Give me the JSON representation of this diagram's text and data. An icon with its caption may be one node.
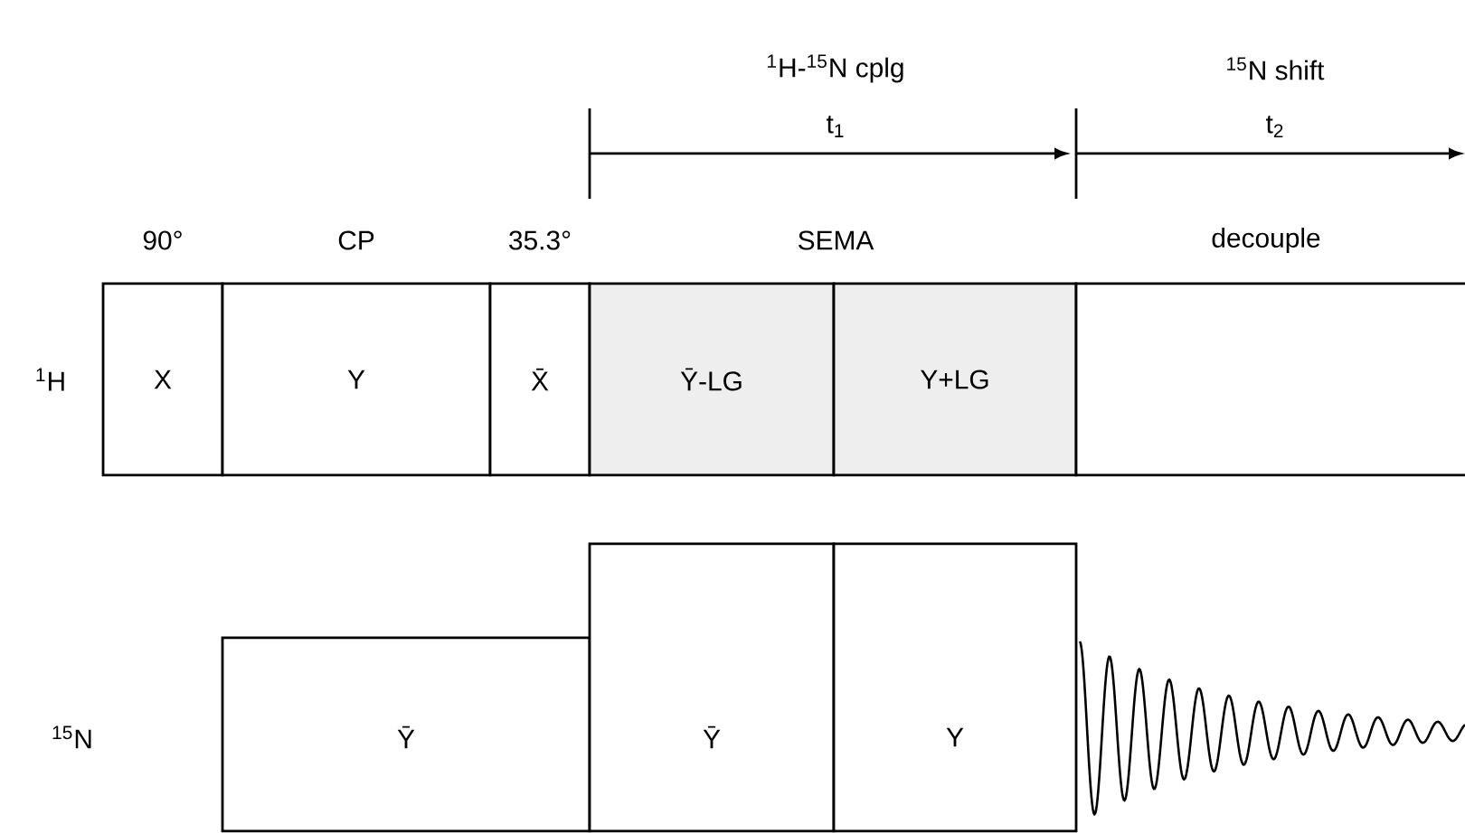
{
  "diagram": {
    "nodes": [
      {
        "text": [
          "90°",
          "X"
        ]
      },
      {
        "text": [
          "CP",
          "Y"
        ]
      },
      {
        "text": [
          "35.3°",
          "X̄"
        ]
      },
      {
        "text": [
          "Ȳ-LG"
        ]
      },
      {
        "text": [
          "Y+LG"
        ]
      },
      {
        "text": [
          "decouple"
        ]
      },
      {
        "text": [
          "Ȳ"
        ]
      },
      {
        "text": [
          "Ȳ"
        ]
      },
      {
        "text": [
          "Y"
        ]
      }
    ],
    "labels": [
      "$^{1}$H-$^{15}$N cplg",
      "t$_{1}$",
      "$^{15}$N shift",
      "t$_{2}$",
      "SEMA",
      "$^{1}$H",
      "$^{15}$N"
    ]
  }
}
